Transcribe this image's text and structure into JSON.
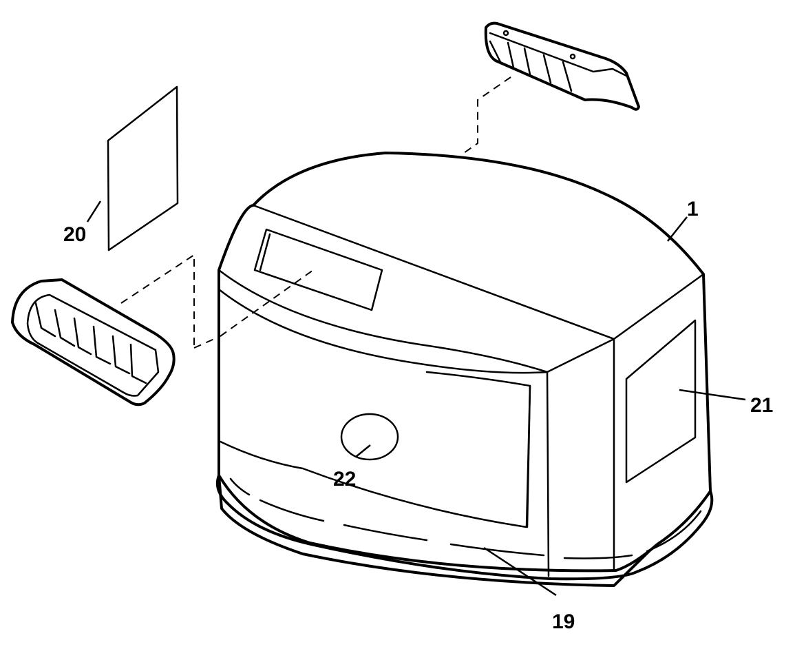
{
  "callouts": {
    "cowl": "1",
    "decal_front": "19",
    "decal_side_left": "20",
    "decal_side_right": "21",
    "decal_round": "22"
  }
}
